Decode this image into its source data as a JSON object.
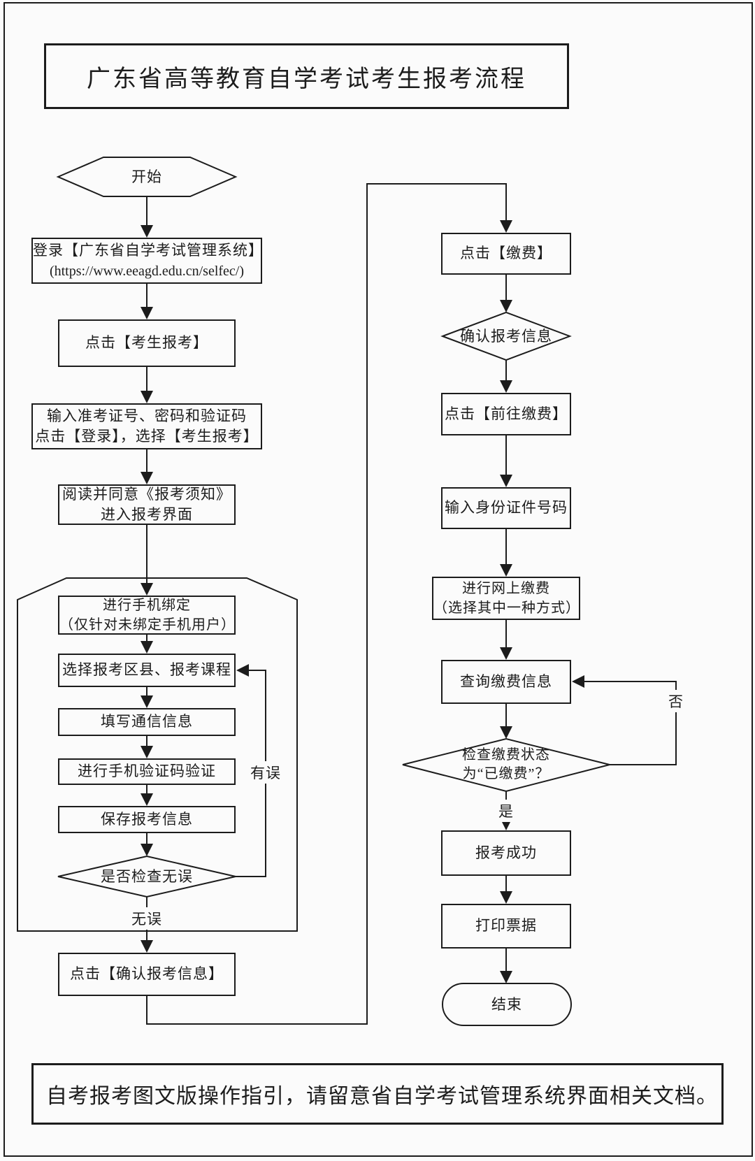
{
  "page": {
    "title": "广东省高等教育自学考试考生报考流程",
    "footer_note": "自考报考图文版操作指引，请留意省自学考试管理系统界面相关文档。"
  },
  "colors": {
    "line": "#1c1c1c",
    "background": "#fbfbfb"
  },
  "flow": {
    "left": {
      "start": "开始",
      "login_line1": "登录【广东省自学考试管理系统】",
      "login_line2": "(https://www.eeagd.edu.cn/selfec/)",
      "click_register": "点击【考生报考】",
      "credentials_line1": "输入准考证号、密码和验证码",
      "credentials_line2": "点击【登录】，选择【考生报考】",
      "read_notice_line1": "阅读并同意《报考须知》",
      "read_notice_line2": "进入报考界面",
      "bind_phone_line1": "进行手机绑定",
      "bind_phone_line2": "（仅针对未绑定手机用户）",
      "select_courses": "选择报考区县、报考课程",
      "fill_contact": "填写通信信息",
      "verify_sms": "进行手机验证码验证",
      "save_info": "保存报考信息",
      "check_decision": "是否检查无误",
      "label_has_error": "有误",
      "label_no_error": "无误",
      "confirm_info": "点击【确认报考信息】"
    },
    "right": {
      "click_pay": "点击【缴费】",
      "confirm_decision": "确认报考信息",
      "goto_pay": "点击【前往缴费】",
      "enter_id": "输入身份证件号码",
      "online_pay_line1": "进行网上缴费",
      "online_pay_line2": "（选择其中一种方式）",
      "query_payment": "查询缴费信息",
      "check_payment_line1": "检查缴费状态",
      "check_payment_line2": "为“已缴费”？",
      "label_no": "否",
      "label_yes": "是",
      "success": "报考成功",
      "print_receipt": "打印票据",
      "end": "结束"
    }
  }
}
